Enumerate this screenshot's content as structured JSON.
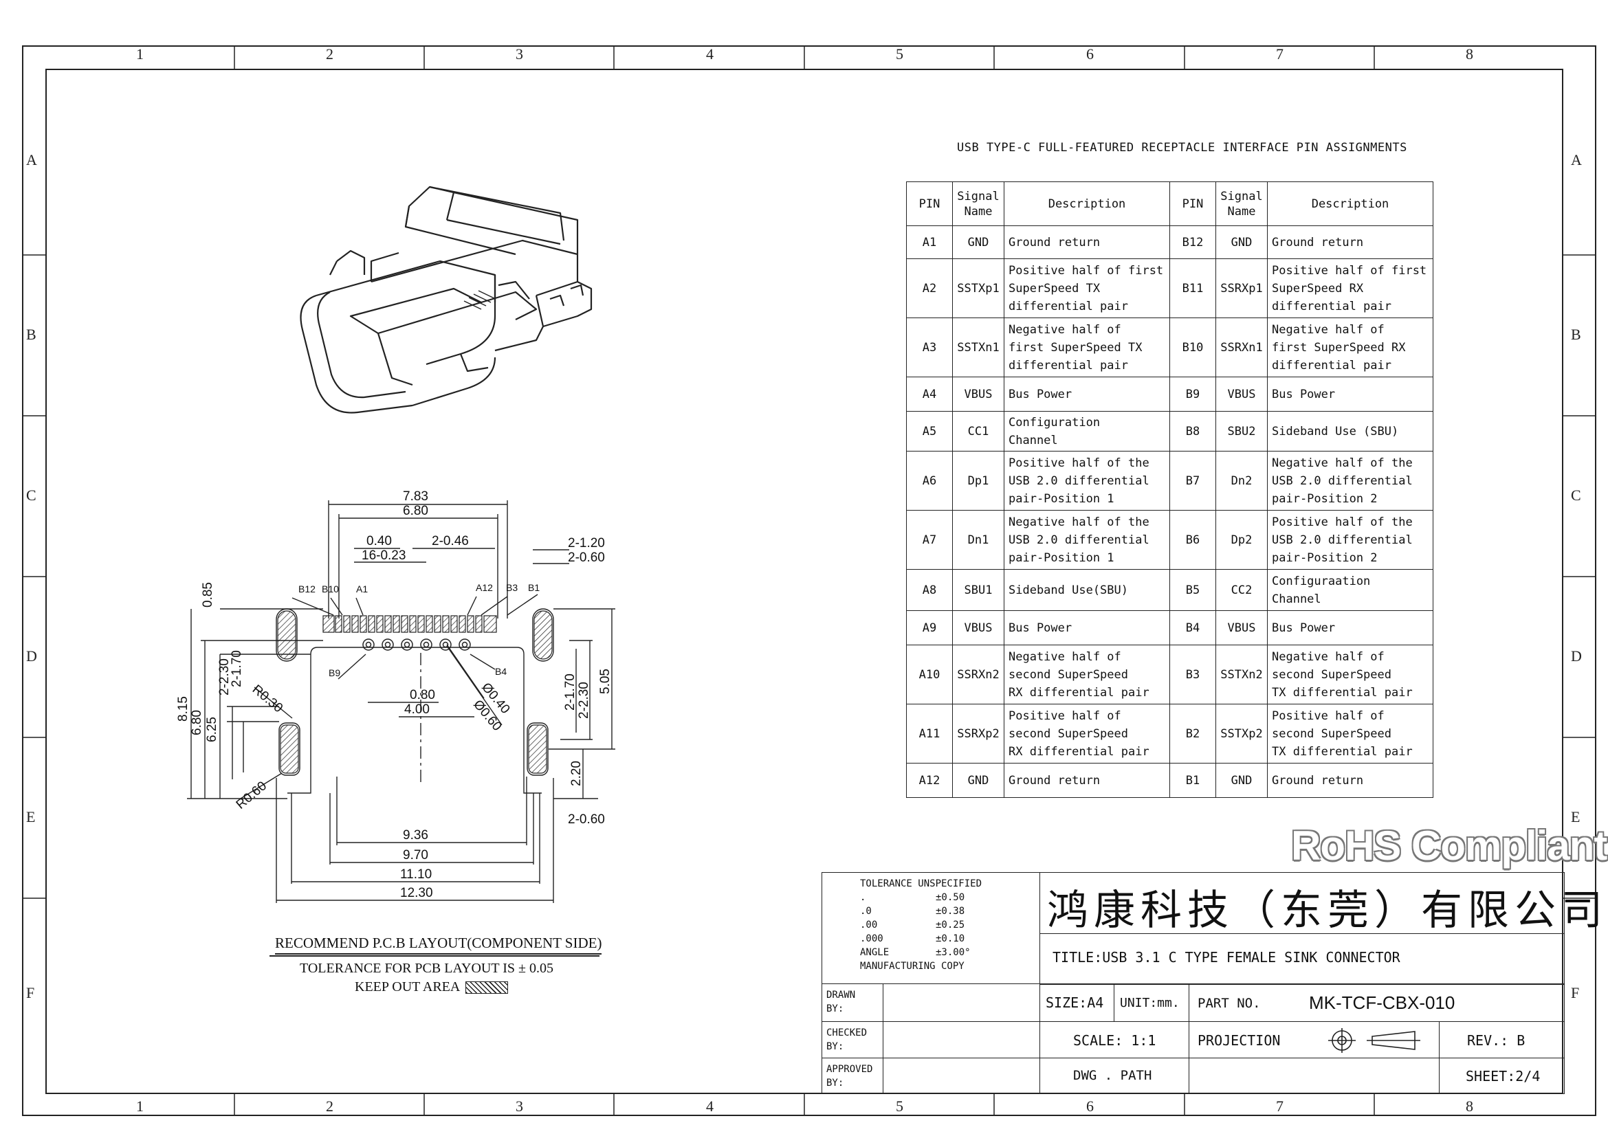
{
  "frame": {
    "zones_top": [
      "1",
      "2",
      "3",
      "4",
      "5",
      "6",
      "7",
      "8"
    ],
    "zones_side": [
      "A",
      "B",
      "C",
      "D",
      "E",
      "F"
    ]
  },
  "pin_table": {
    "title": "USB TYPE-C FULL-FEATURED RECEPTACLE INTERFACE PIN ASSIGNMENTS",
    "headers": [
      "PIN",
      "Signal Name",
      "Description",
      "PIN",
      "Signal Name",
      "Description"
    ],
    "rows": [
      [
        "A1",
        "GND",
        "Ground return",
        "B12",
        "GND",
        "Ground return"
      ],
      [
        "A2",
        "SSTXp1",
        "Positive half of first\nSuperSpeed TX\ndifferential pair",
        "B11",
        "SSRXp1",
        "Positive half of first\nSuperSpeed RX\ndifferential pair"
      ],
      [
        "A3",
        "SSTXn1",
        "Negative half of\nfirst SuperSpeed TX\ndifferential pair",
        "B10",
        "SSRXn1",
        "Negative half of\nfirst SuperSpeed RX\ndifferential pair"
      ],
      [
        "A4",
        "VBUS",
        "Bus Power",
        "B9",
        "VBUS",
        "Bus Power"
      ],
      [
        "A5",
        "CC1",
        "Configuration\nChannel",
        "B8",
        "SBU2",
        "Sideband Use (SBU)"
      ],
      [
        "A6",
        "Dp1",
        "Positive half of the\nUSB 2.0 differential\npair-Position 1",
        "B7",
        "Dn2",
        "Negative half of the\nUSB 2.0 differential\npair-Position 2"
      ],
      [
        "A7",
        "Dn1",
        "Negative half of the\nUSB 2.0 differential\npair-Position 1",
        "B6",
        "Dp2",
        "Positive half of the\nUSB 2.0 differential\npair-Position 2"
      ],
      [
        "A8",
        "SBU1",
        "Sideband Use(SBU)",
        "B5",
        "CC2",
        "Configuraation\nChannel"
      ],
      [
        "A9",
        "VBUS",
        "Bus Power",
        "B4",
        "VBUS",
        "Bus Power"
      ],
      [
        "A10",
        "SSRXn2",
        "Negative half of\nsecond SuperSpeed\nRX differential pair",
        "B3",
        "SSTXn2",
        "Negative half of\nsecond SuperSpeed\nTX differential pair"
      ],
      [
        "A11",
        "SSRXp2",
        "Positive half of\nsecond SuperSpeed\nRX differential pair",
        "B2",
        "SSTXp2",
        "Positive half of\nsecond SuperSpeed\nTX differential pair"
      ],
      [
        "A12",
        "GND",
        "Ground return",
        "B1",
        "GND",
        "Ground return"
      ]
    ]
  },
  "rohs": "RoHS Compliant",
  "pcb_layout": {
    "caption": "RECOMMEND P.C.B LAYOUT(COMPONENT SIDE)",
    "tolerance": "TOLERANCE FOR PCB LAYOUT IS ± 0.05",
    "keepout": "KEEP OUT AREA",
    "dims": {
      "d783": "7.83",
      "d680": "6.80",
      "d040": "0.40",
      "d2046": "2-0.46",
      "d16023": "16-0.23",
      "d2120": "2-1.20",
      "d2060a": "2-0.60",
      "d085": "0.85",
      "d815": "8.15",
      "d680v": "6.80",
      "d625": "6.25",
      "d2230": "2-2.30",
      "d2170": "2-1.70",
      "r030": "R0.30",
      "r060": "R0.60",
      "d080": "0.80",
      "d400": "4.00",
      "phi040": "Ø0.40",
      "phi060": "Ø0.60",
      "d2170r": "2-1.70",
      "d2230r": "2-2.30",
      "d505": "5.05",
      "d220": "2.20",
      "d2060b": "2-0.60",
      "d936": "9.36",
      "d970": "9.70",
      "d1110": "11.10",
      "d1230": "12.30"
    },
    "pin_labels": {
      "b12": "B12",
      "b10": "B10",
      "a1": "A1",
      "a12": "A12",
      "b3": "B3",
      "b1": "B1",
      "b9": "B9",
      "b4": "B4"
    }
  },
  "title_block": {
    "tolerance_title": "TOLERANCE UNSPECIFIED",
    "tolerances": [
      [
        ".",
        "±0.50"
      ],
      [
        ".0",
        "±0.38"
      ],
      [
        ".00",
        "±0.25"
      ],
      [
        ".000",
        "±0.10"
      ],
      [
        "ANGLE",
        "±3.00°"
      ]
    ],
    "manufacturing": "MANUFACTURING  COPY",
    "company": "鸿康科技（东莞）有限公司",
    "title": "TITLE:USB 3.1 C TYPE FEMALE SINK CONNECTOR",
    "drawn_by": "DRAWN\nBY:",
    "checked_by": "CHECKED\nBY:",
    "approved_by": "APPROVED\nBY:",
    "size": "SIZE:A4",
    "unit": "UNIT:mm.",
    "part_no_label": "PART NO.",
    "part_no": "MK-TCF-CBX-010",
    "scale": "SCALE: 1:1",
    "projection": "PROJECTION",
    "rev": "REV.: B",
    "dwg_path": "DWG . PATH",
    "sheet": "SHEET:2/4"
  }
}
